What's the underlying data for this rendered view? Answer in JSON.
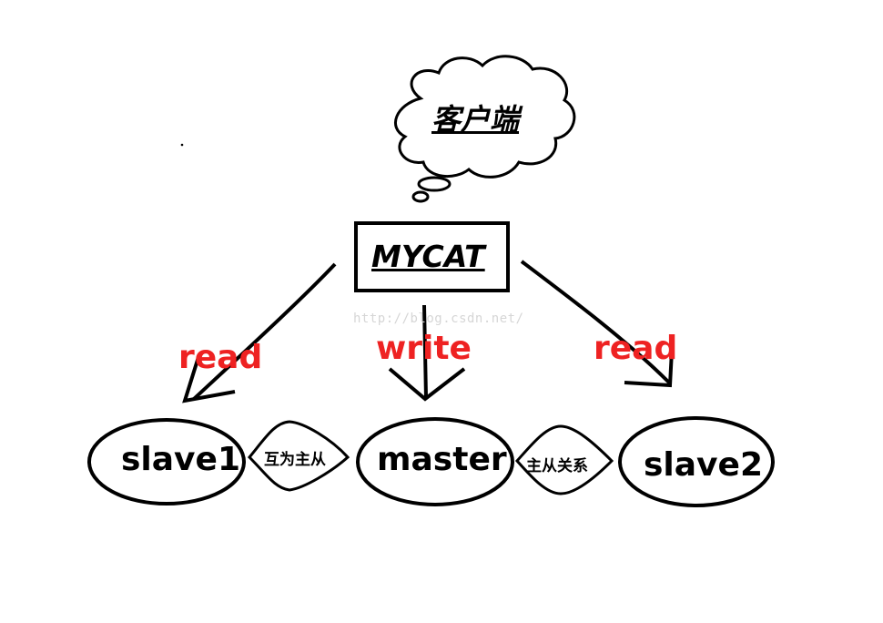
{
  "client": {
    "label": "客户端"
  },
  "proxy": {
    "label": "MYCAT"
  },
  "edges": {
    "left": "read",
    "middle": "write",
    "right": "read"
  },
  "nodes": {
    "slave1": "slave1",
    "master": "master",
    "slave2": "slave2"
  },
  "relations": {
    "left": "互为主从",
    "right": "主从关系"
  },
  "watermark": "http://blog.csdn.net/",
  "colors": {
    "edge_label": "#ee2222",
    "stroke": "#000000"
  }
}
